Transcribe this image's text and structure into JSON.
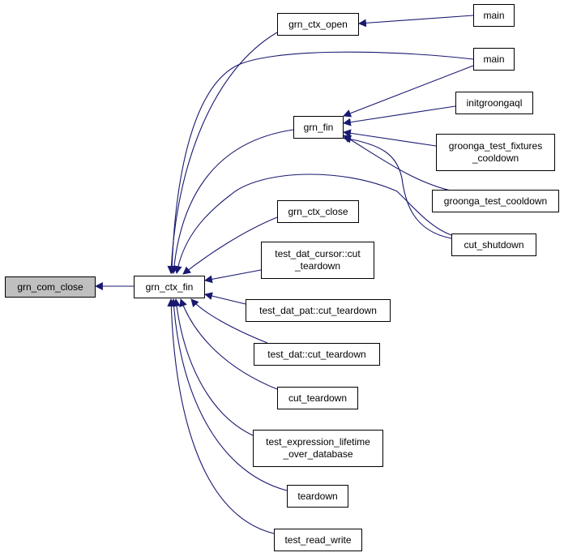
{
  "colors": {
    "edge": "#191970",
    "root_fill": "#bfbfbf",
    "node_fill": "#ffffff",
    "border": "#000000"
  },
  "nodes": {
    "grn_com_close": "grn_com_close",
    "grn_ctx_fin": "grn_ctx_fin",
    "grn_ctx_open": "grn_ctx_open",
    "main_1": "main",
    "main_2": "main",
    "grn_fin": "grn_fin",
    "initgroongaql": "initgroongaql",
    "groonga_test_fixtures_cooldown": "groonga_test_fixtures\n_cooldown",
    "groonga_test_cooldown": "groonga_test_cooldown",
    "cut_shutdown": "cut_shutdown",
    "grn_ctx_close": "grn_ctx_close",
    "test_dat_cursor_cut_teardown": "test_dat_cursor::cut\n_teardown",
    "test_dat_pat_cut_teardown": "test_dat_pat::cut_teardown",
    "test_dat_cut_teardown": "test_dat::cut_teardown",
    "cut_teardown": "cut_teardown",
    "test_expression_lifetime_over_database": "test_expression_lifetime\n_over_database",
    "teardown": "teardown",
    "test_read_write": "test_read_write"
  }
}
